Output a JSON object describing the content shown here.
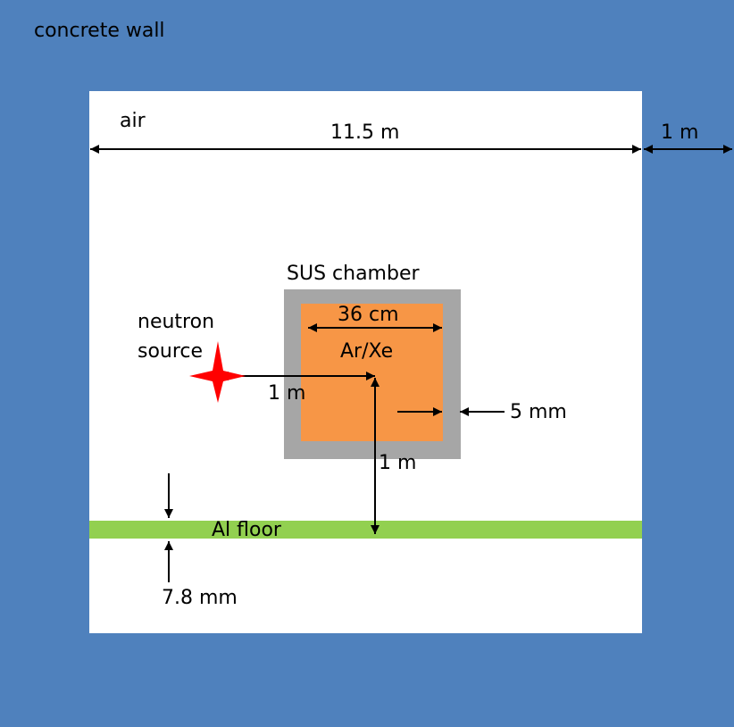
{
  "colors": {
    "concrete": "#4f81bd",
    "air": "#ffffff",
    "chamber": "#a6a6a6",
    "gas": "#f79646",
    "floor": "#92d050",
    "source": "#ff0000"
  },
  "labels": {
    "concrete_wall": "concrete wall",
    "air": "air",
    "room_width": "11.5 m",
    "wall_thickness": "1 m",
    "chamber": "SUS chamber",
    "chamber_inner_width": "36 cm",
    "gas": "Ar/Xe",
    "neutron_line1": "neutron",
    "neutron_line2": "source",
    "source_distance": "1 m",
    "chamber_thickness": "5 mm",
    "floor_distance": "1 m",
    "floor": "Al floor",
    "floor_thickness": "7.8 mm"
  },
  "icons": {
    "source": "star-icon"
  }
}
